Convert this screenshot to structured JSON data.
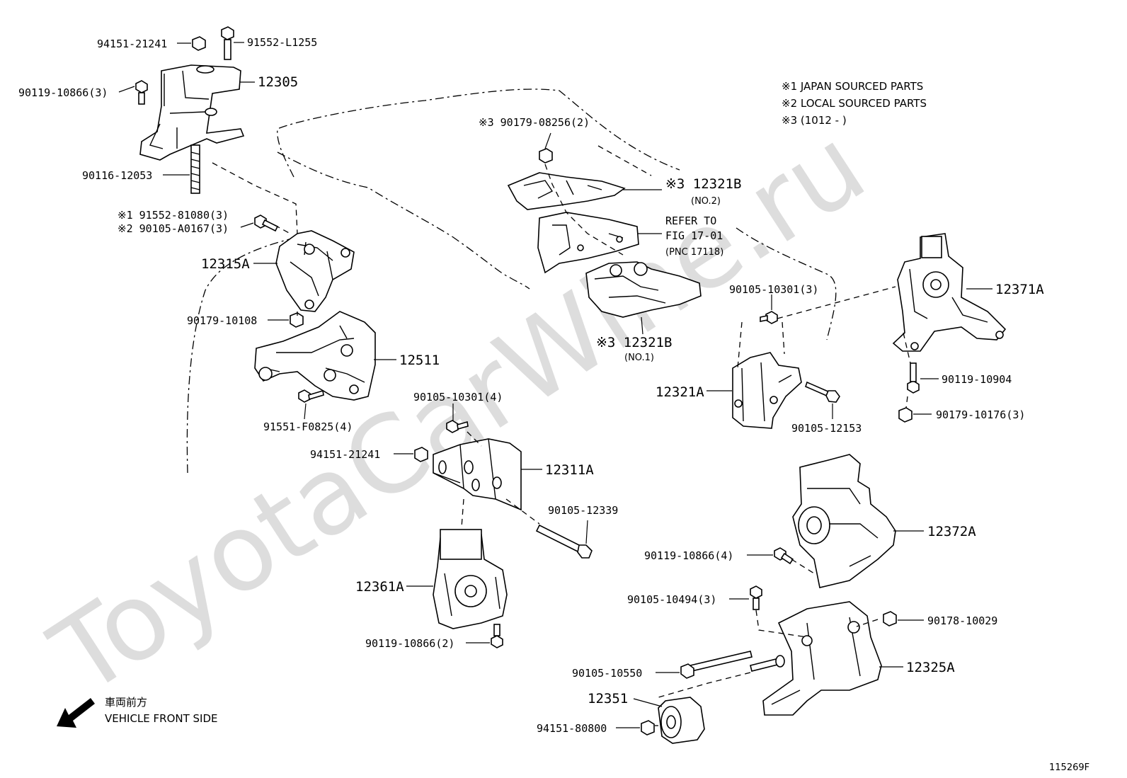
{
  "notes": {
    "n1": "※1 JAPAN SOURCED PARTS",
    "n2": "※2 LOCAL SOURCED PARTS",
    "n3": "※3 (1012 -        )"
  },
  "watermark": "ToyotaCarWine.ru",
  "front": {
    "jp": "車両前方",
    "en": "VEHICLE FRONT SIDE"
  },
  "figure_number": "115269F",
  "refer": {
    "line1": "REFER TO",
    "line2": "FIG 17-01",
    "line3": "(PNC 17118)"
  },
  "labels": {
    "p94151_21241_top": "94151-21241",
    "p91552_l1255": "91552-L1255",
    "p90119_10866_3": "90119-10866(3)",
    "p12305": "12305",
    "p90116_12053": "90116-12053",
    "p91552_81080": "※1 91552-81080(3)",
    "p90105_a0167": "※2 90105-A0167(3)",
    "p12315a": "12315A",
    "p90179_10108": "90179-10108",
    "p12511": "12511",
    "p91551_f0825": "91551-F0825(4)",
    "p90179_08256": "※3  90179-08256(2)",
    "p12321b_no2": "※3  12321B",
    "p12321b_no2_sub": "(NO.2)",
    "p12321b_no1": "※3  12321B",
    "p12321b_no1_sub": "(NO.1)",
    "p90105_10301_3": "90105-10301(3)",
    "p12321a": "12321A",
    "p90105_12153": "90105-12153",
    "p12371a": "12371A",
    "p90119_10904": "90119-10904",
    "p90179_10176": "90179-10176(3)",
    "p90105_10301_4": "90105-10301(4)",
    "p94151_21241_mid": "94151-21241",
    "p12311a": "12311A",
    "p90105_12339": "90105-12339",
    "p12361a": "12361A",
    "p90119_10866_2": "90119-10866(2)",
    "p12372a": "12372A",
    "p90119_10866_4": "90119-10866(4)",
    "p90105_10494": "90105-10494(3)",
    "p90178_10029": "90178-10029",
    "p90105_10550": "90105-10550",
    "p12325a": "12325A",
    "p12351": "12351",
    "p94151_80800": "94151-80800"
  }
}
